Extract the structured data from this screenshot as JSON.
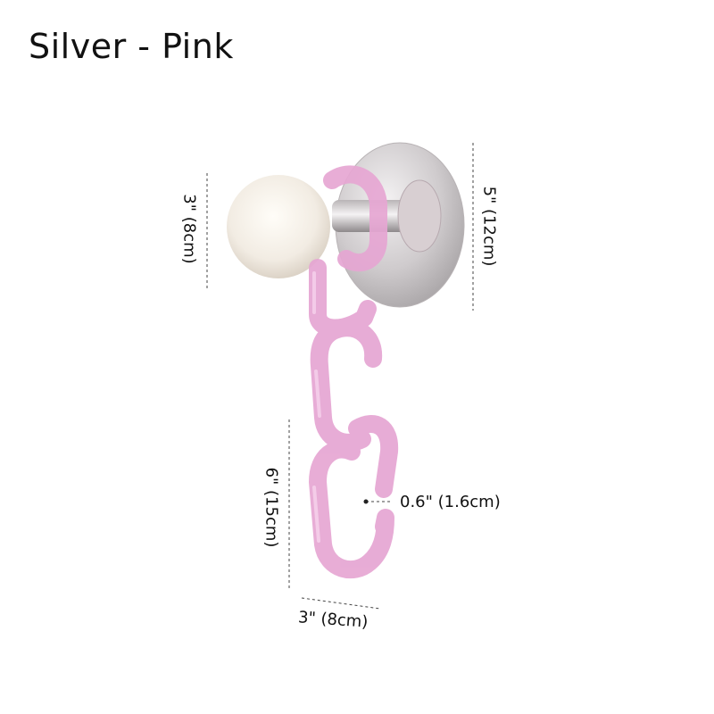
{
  "title": "Silver - Pink",
  "colors": {
    "chain_pink": "#e8a9d6",
    "chain_pink_dark": "#c987bd",
    "silver_plate": "#d9d6d8",
    "globe": "#f4efe9",
    "dim_line": "#444444"
  },
  "dimensions": {
    "globe": "3\" (8cm)",
    "backplate": "5\" (12cm)",
    "link_height": "6\" (15cm)",
    "link_width": "3\" (8cm)",
    "rod_thickness": "0.6\" (1.6cm)"
  }
}
